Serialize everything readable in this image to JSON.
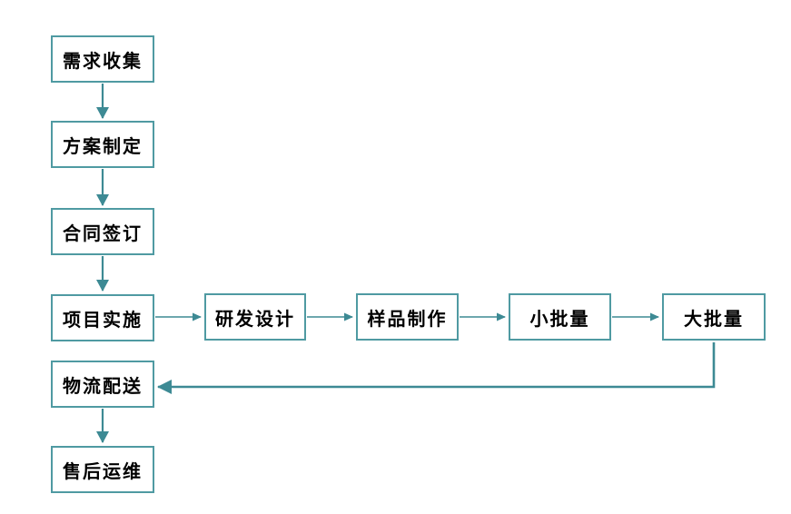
{
  "flowchart": {
    "nodes": [
      {
        "id": "requirements",
        "label": "需求收集"
      },
      {
        "id": "plan",
        "label": "方案制定"
      },
      {
        "id": "contract",
        "label": "合同签订"
      },
      {
        "id": "implementation",
        "label": "项目实施"
      },
      {
        "id": "rd-design",
        "label": "研发设计"
      },
      {
        "id": "sample-production",
        "label": "样品制作"
      },
      {
        "id": "small-batch",
        "label": "小批量"
      },
      {
        "id": "large-batch",
        "label": "大批量"
      },
      {
        "id": "logistics",
        "label": "物流配送"
      },
      {
        "id": "after-sales",
        "label": "售后运维"
      }
    ],
    "edges": [
      {
        "from": "requirements",
        "to": "plan",
        "direction": "down"
      },
      {
        "from": "plan",
        "to": "contract",
        "direction": "down"
      },
      {
        "from": "contract",
        "to": "implementation",
        "direction": "down"
      },
      {
        "from": "implementation",
        "to": "rd-design",
        "direction": "right"
      },
      {
        "from": "rd-design",
        "to": "sample-production",
        "direction": "right"
      },
      {
        "from": "sample-production",
        "to": "small-batch",
        "direction": "right"
      },
      {
        "from": "small-batch",
        "to": "large-batch",
        "direction": "right"
      },
      {
        "from": "large-batch",
        "to": "logistics",
        "direction": "down-left-elbow"
      },
      {
        "from": "logistics",
        "to": "after-sales",
        "direction": "down"
      }
    ],
    "colors": {
      "box_border": "#4f9aa2",
      "arrow": "#3d8a94",
      "text": "#000000",
      "background": "#ffffff"
    }
  }
}
